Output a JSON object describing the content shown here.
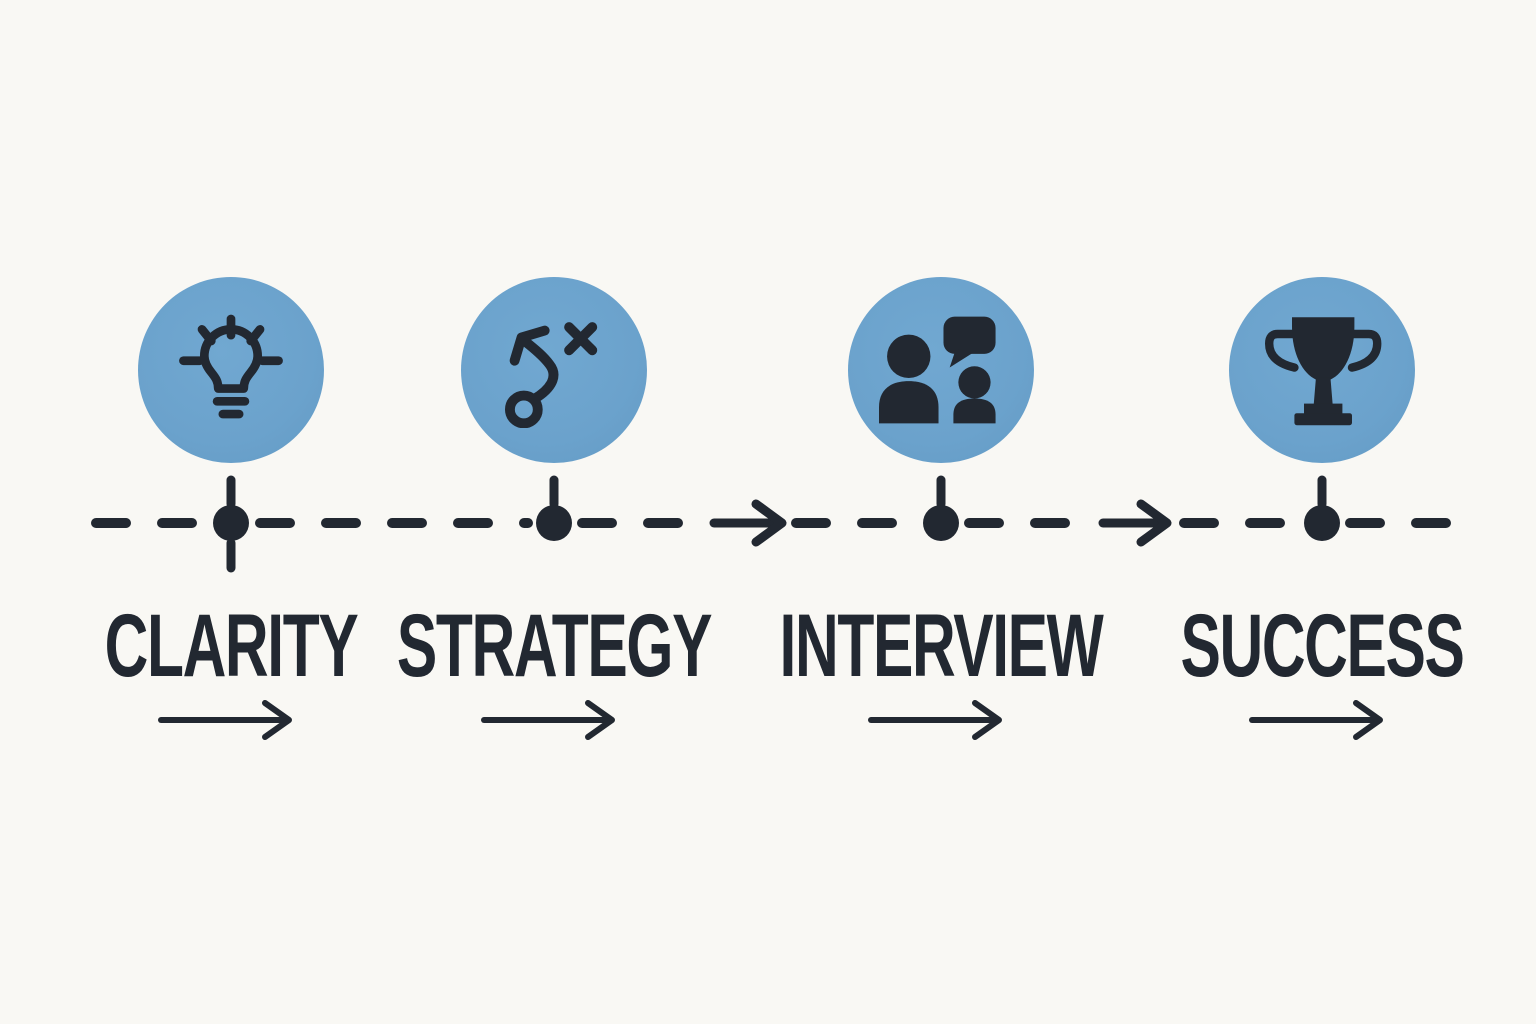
{
  "palette": {
    "background": "#f9f8f4",
    "circle_blue": "#6ba2cc",
    "ink": "#222831"
  },
  "diagram": {
    "type": "process-timeline",
    "stage_count": 4
  },
  "stages": [
    {
      "label": "CLARITY",
      "icon": "lightbulb-icon"
    },
    {
      "label": "STRATEGY",
      "icon": "strategy-icon"
    },
    {
      "label": "INTERVIEW",
      "icon": "conversation-icon"
    },
    {
      "label": "SUCCESS",
      "icon": "trophy-icon"
    }
  ]
}
